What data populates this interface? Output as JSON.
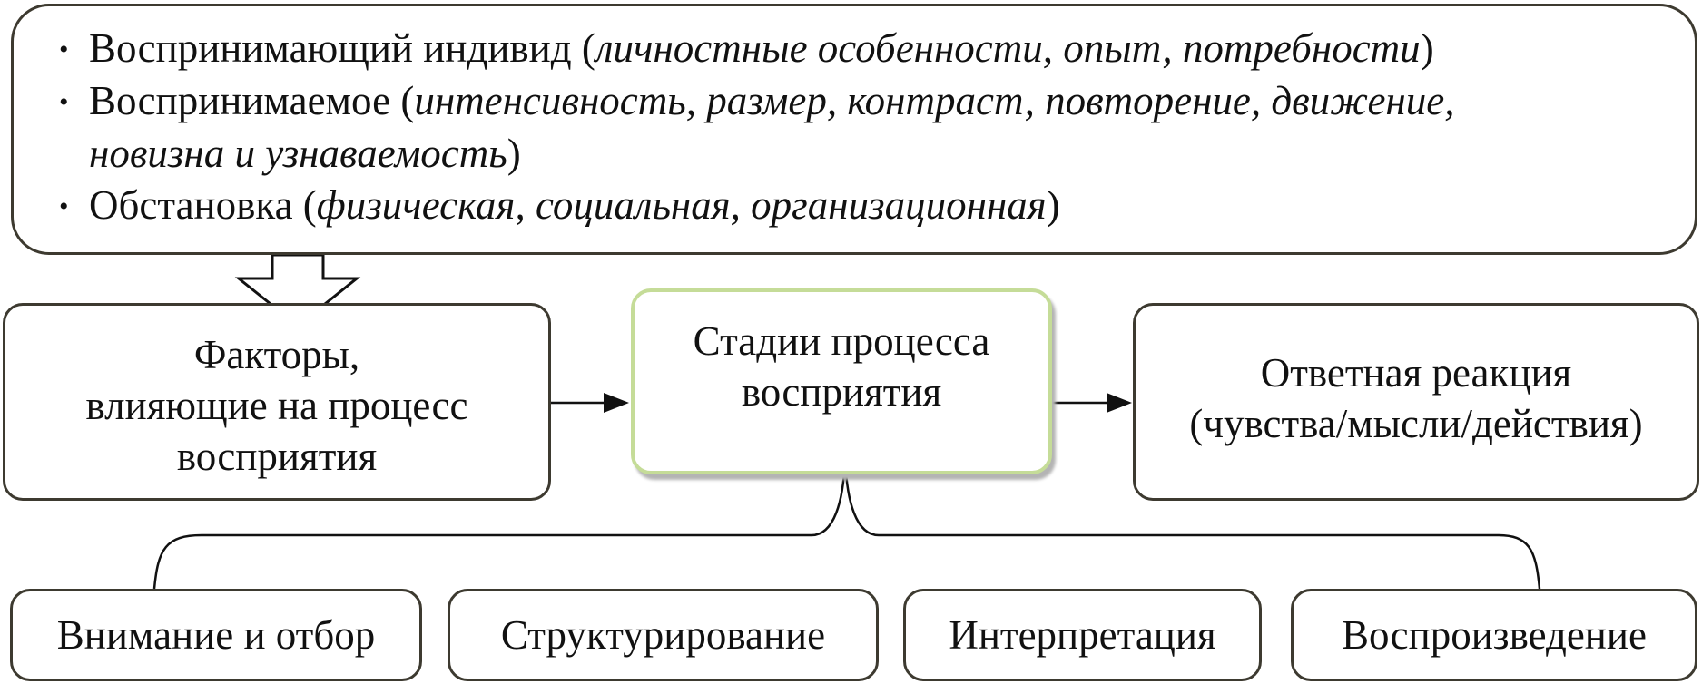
{
  "factors_list": {
    "items": [
      {
        "name": "Воспринимающий индивид",
        "open": " (",
        "details": "личностные особенности, опыт, потребности",
        "close": ")"
      },
      {
        "name": "Воспринимаемое",
        "open": " (",
        "details_line1": "интенсивность, размер, контраст, повторение, движение,",
        "details_line2": "новизна и узнаваемость",
        "close": ")"
      },
      {
        "name": "Обстановка",
        "open": " (",
        "details": "физическая, социальная, организационная",
        "close": ")"
      }
    ]
  },
  "factors_box": {
    "line1": "Факторы,",
    "line2": "влияющие на процесс",
    "line3": "восприятия"
  },
  "stages_box": {
    "line1": "Стадии процесса",
    "line2": "восприятия"
  },
  "response_box": {
    "line1": "Ответная реакция",
    "line2": "(чувства/мысли/действия)"
  },
  "stages": [
    "Внимание и отбор",
    "Структурирование",
    "Интерпретация",
    "Воспроизведение"
  ],
  "colors": {
    "border": "#3d3a30",
    "highlight_border": "#c5dc98",
    "shadow": "#b4b4b4",
    "arrow": "#111111"
  },
  "icons": {
    "bullet": "•"
  }
}
